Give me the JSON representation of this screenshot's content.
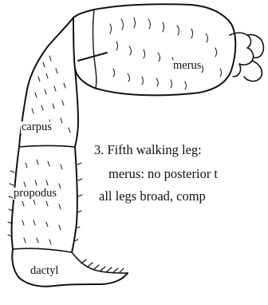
{
  "figure": {
    "labels": {
      "merus": "merus",
      "carpus": "carpus",
      "propodus": "propodus",
      "dactyl": "dactyl"
    },
    "caption": {
      "line1": "3. Fifth walking leg:",
      "line2": "merus: no posterior t",
      "line3": "all legs broad, comp"
    }
  }
}
